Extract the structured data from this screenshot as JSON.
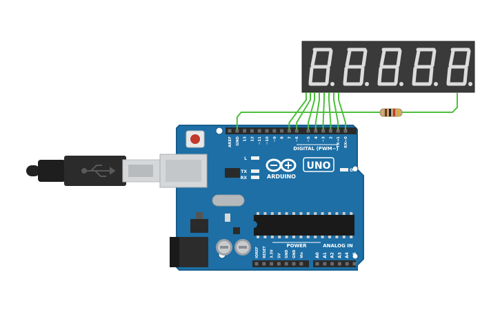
{
  "board": {
    "brand": "ARDUINO",
    "model": "UNO",
    "digital_header": "DIGITAL (PWM~)",
    "power_header": "POWER",
    "analog_header": "ANALOG IN",
    "on_label": "ON",
    "led_labels": {
      "l": "L",
      "tx": "TX",
      "rx": "RX"
    },
    "top_pin_labels": [
      "AREF",
      "GND",
      "13",
      "12",
      "~11",
      "~10",
      "~9",
      "8",
      "7",
      "~6",
      "~5",
      "4",
      "~3",
      "2",
      "TX→1",
      "RX←0"
    ],
    "power_pin_labels": [
      "IOREF",
      "RESET",
      "3.3V",
      "5V",
      "GND",
      "GND",
      "Vin"
    ],
    "analog_pin_labels": [
      "A0",
      "A1",
      "A2",
      "A3",
      "A4",
      "A5"
    ]
  },
  "display": {
    "digits": [
      "8.",
      "8.",
      "8.",
      "8.",
      "8."
    ]
  },
  "colors": {
    "board": "#1d6fa6",
    "board_edge": "#175d8c",
    "wire": "#4bbf3a",
    "display_body": "#3c3c3c",
    "segment_off": "#dcdcdc",
    "header": "#2a2a2a",
    "usb_metal": "#cfd2d4",
    "reset_button": "#c0392b"
  }
}
